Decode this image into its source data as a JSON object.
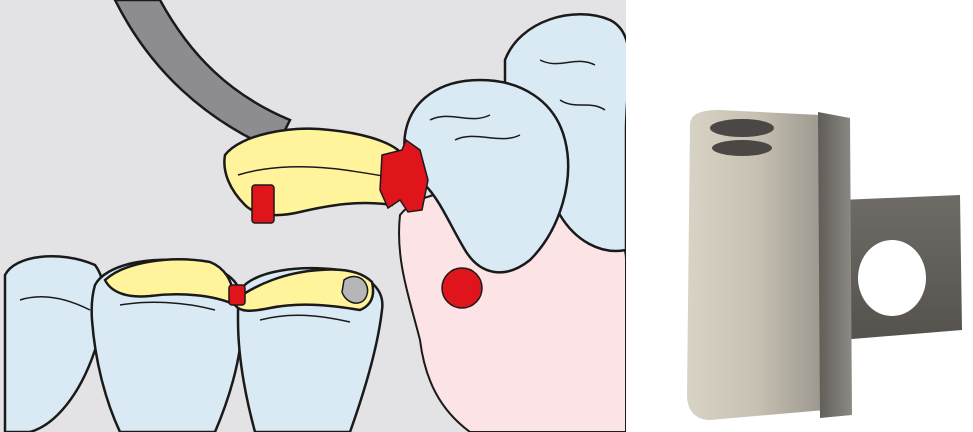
{
  "figure": {
    "panels": [
      {
        "id": "illustration",
        "kind": "dental-illustration"
      },
      {
        "id": "photo",
        "kind": "product-photo"
      }
    ],
    "colors": {
      "background": "#e3e3e5",
      "tooth_fill": "#d9eaf4",
      "gum_fill": "#fbe3e6",
      "material_fill": "#fff39b",
      "attachment_red": "#e0141b",
      "instrument_gray": "#8d8d90",
      "outline": "#1a1a1a"
    }
  }
}
